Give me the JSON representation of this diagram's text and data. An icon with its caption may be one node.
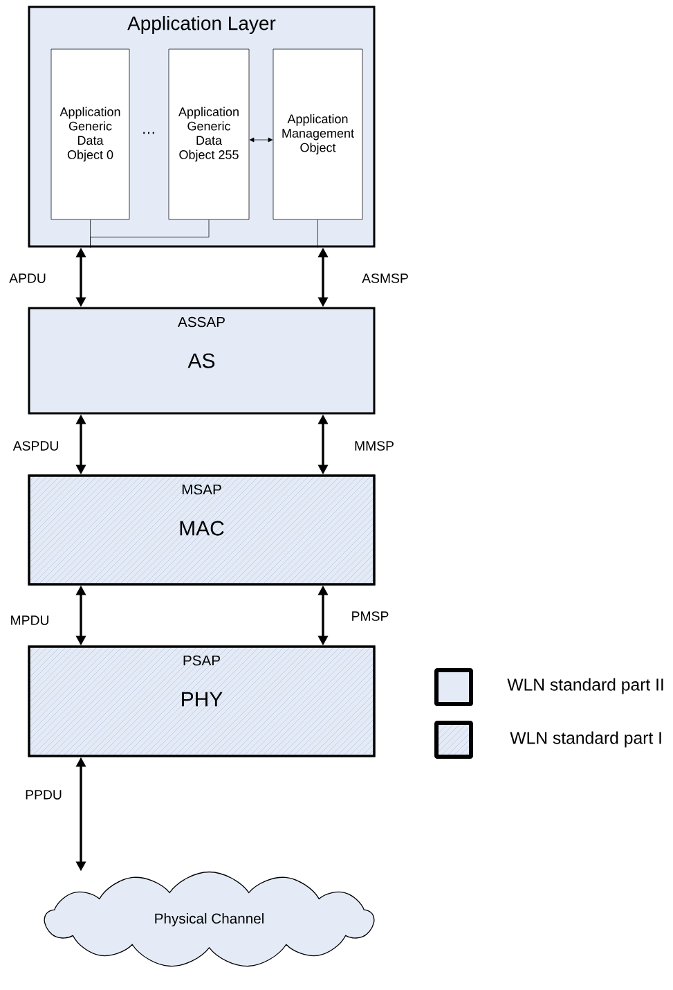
{
  "diagram": {
    "nodes": [
      {
        "text": [
          "Application Layer"
        ]
      },
      {
        "text": [
          "Application Generic Data Object 0"
        ],
        "in": 0
      },
      {
        "text": [
          "Application Generic Data Object 255"
        ],
        "in": 0
      },
      {
        "text": [
          "Application Management Object"
        ],
        "in": 0
      },
      {
        "text": [
          "ASSAP",
          "AS"
        ]
      },
      {
        "text": [
          "MSAP",
          "MAC"
        ]
      },
      {
        "text": [
          "PSAP",
          "PHY"
        ]
      },
      {
        "text": [
          "Physical Channel"
        ]
      }
    ],
    "edges": [
      {
        "from": 2,
        "to": 3,
        "arrow": "both"
      },
      {
        "from": 1,
        "to": 0,
        "arrow": "none"
      },
      {
        "from": 2,
        "to": 0,
        "arrow": "none"
      },
      {
        "from": 3,
        "to": 0,
        "arrow": "none"
      },
      {
        "from": 0,
        "to": 4,
        "arrow": "both",
        "label": "APDU"
      },
      {
        "from": 0,
        "to": 4,
        "arrow": "both",
        "label": "ASMSP"
      },
      {
        "from": 4,
        "to": 5,
        "arrow": "both",
        "label": "ASPDU"
      },
      {
        "from": 4,
        "to": 5,
        "arrow": "both",
        "label": "MMSP"
      },
      {
        "from": 5,
        "to": 6,
        "arrow": "both",
        "label": "MPDU"
      },
      {
        "from": 5,
        "to": 6,
        "arrow": "both",
        "label": "PMSP"
      },
      {
        "from": 6,
        "to": 7,
        "arrow": "both",
        "label": "PPDU"
      }
    ],
    "labels": [
      "…"
    ],
    "legend": [
      {
        "text": "WLN standard part II",
        "color": "#e4ebf7"
      },
      {
        "text": "WLN standard part I"
      }
    ]
  }
}
